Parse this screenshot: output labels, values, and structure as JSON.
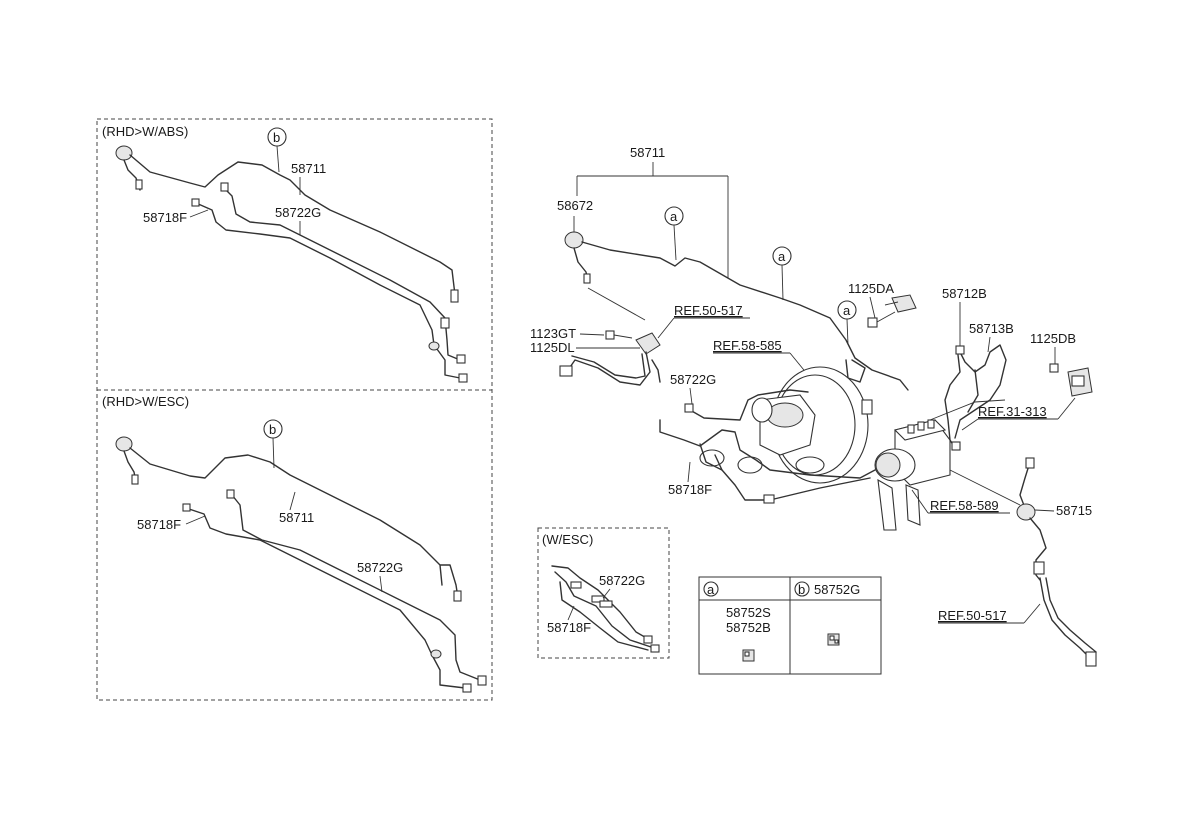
{
  "panels": {
    "rhd_abs": {
      "title": "(RHD>W/ABS)",
      "marker_b": "b",
      "pipe_main": "58711",
      "pipe_f": "58718F",
      "pipe_g": "58722G"
    },
    "rhd_esc": {
      "title": "(RHD>W/ESC)",
      "marker_b": "b",
      "pipe_main": "58711",
      "pipe_f": "58718F",
      "pipe_g": "58722G"
    },
    "w_esc": {
      "title": "(W/ESC)",
      "pipe_g": "58722G",
      "pipe_f": "58718F"
    }
  },
  "main": {
    "label_58711": "58711",
    "label_58672": "58672",
    "marker_a1": "a",
    "marker_a2": "a",
    "marker_a3": "a",
    "label_1125da": "1125DA",
    "label_58712b": "58712B",
    "label_58713b": "58713B",
    "label_1125db": "1125DB",
    "label_1123gt": "1123GT",
    "label_1125dl": "1125DL",
    "ref_50_517_top": "REF.50-517",
    "ref_58_585": "REF.58-585",
    "ref_31_313": "REF.31-313",
    "label_58722g": "58722G",
    "label_58718f": "58718F",
    "ref_58_589": "REF.58-589",
    "label_58715": "58715",
    "ref_50_517_bottom": "REF.50-517"
  },
  "legend": {
    "cell_a_marker": "a",
    "cell_b_marker": "b",
    "cell_b_part": "58752G",
    "cell_a_part1": "58752S",
    "cell_a_part2": "58752B"
  }
}
